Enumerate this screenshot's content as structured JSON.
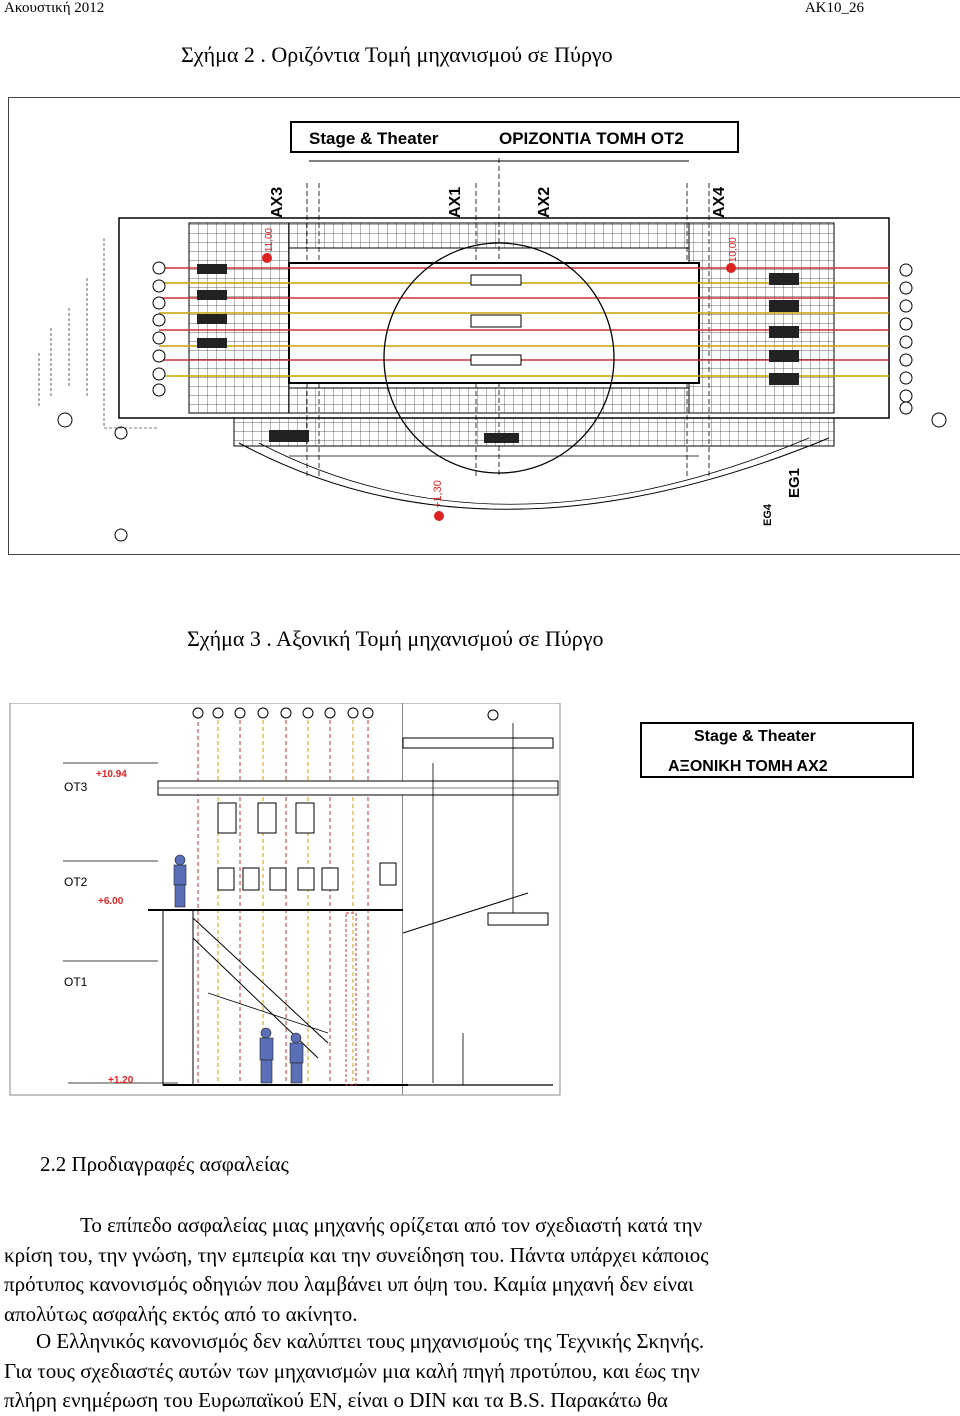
{
  "header": {
    "left": "Ακουστική 2012",
    "right": "AK10_26"
  },
  "figure1": {
    "caption": "Σχήμα 2 . Οριζόντια Τομή μηχανισμού σε Πύργο",
    "title_left": "Stage & Theater",
    "title_right": "ΟΡΙΖΟΝΤΙΑ ΤΟΜΗ  ΟΤ2",
    "axes": [
      "AX3",
      "AX1",
      "AX2",
      "AX4"
    ],
    "levels": [
      "+11,00",
      "+10,00",
      "+1,30"
    ],
    "labels": [
      "EG1",
      "EG4"
    ]
  },
  "figure2": {
    "caption": "Σχήμα 3 . Αξονική Τομή μηχανισμού σε Πύργο",
    "title_line1": "Stage & Theater",
    "title_line2": "ΑΞΟΝΙΚΗ ΤΟΜΗ    ΑΧ2",
    "levels": [
      "OT3",
      "OT2",
      "OT1"
    ],
    "elevations": [
      "+10.94",
      "+6.00",
      "+1.20"
    ]
  },
  "section": {
    "heading": "2.2 Προδιαγραφές ασφαλείας"
  },
  "paragraphs": {
    "p1": [
      "Το επίπεδο ασφαλείας  μιας μηχανής ορίζεται από τον σχεδιαστή κατά την",
      "κρίση του, την γνώση, την εμπειρία και την συνείδηση του. Πάντα υπάρχει κάποιος",
      "πρότυπος κανονισμός οδηγιών που λαμβάνει υπ όψη του. Καμία μηχανή δεν είναι",
      "απολύτως ασφαλής εκτός από το ακίνητο."
    ],
    "p2": [
      "Ο Ελληνικός κανονισμός δεν καλύπτει τους μηχανισμούς της Τεχνικής Σκηνής.",
      "Για τους σχεδιαστές αυτών των μηχανισμών μια καλή πηγή προτύπου, και έως την",
      "πλήρη ενημέρωση του Ευρωπαϊκού ΕΝ,  είναι ο DIN και τα B.S. Παρακάτω θα"
    ]
  }
}
